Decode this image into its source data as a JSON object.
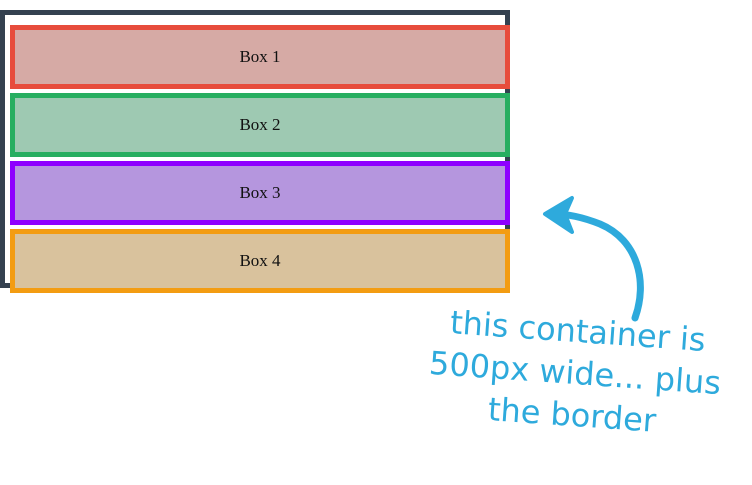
{
  "boxes": [
    {
      "label": "Box 1"
    },
    {
      "label": "Box 2"
    },
    {
      "label": "Box 3"
    },
    {
      "label": "Box 4"
    }
  ],
  "annotation": {
    "line1": "this container is",
    "line2": "500px wide... plus",
    "line3": "the border"
  },
  "colors": {
    "container_border": "#344150",
    "box1_border": "#e74c3c",
    "box2_border": "#27ae60",
    "box3_border": "#8e00ff",
    "box4_border": "#f39c12",
    "annotation": "#2eaadc"
  }
}
